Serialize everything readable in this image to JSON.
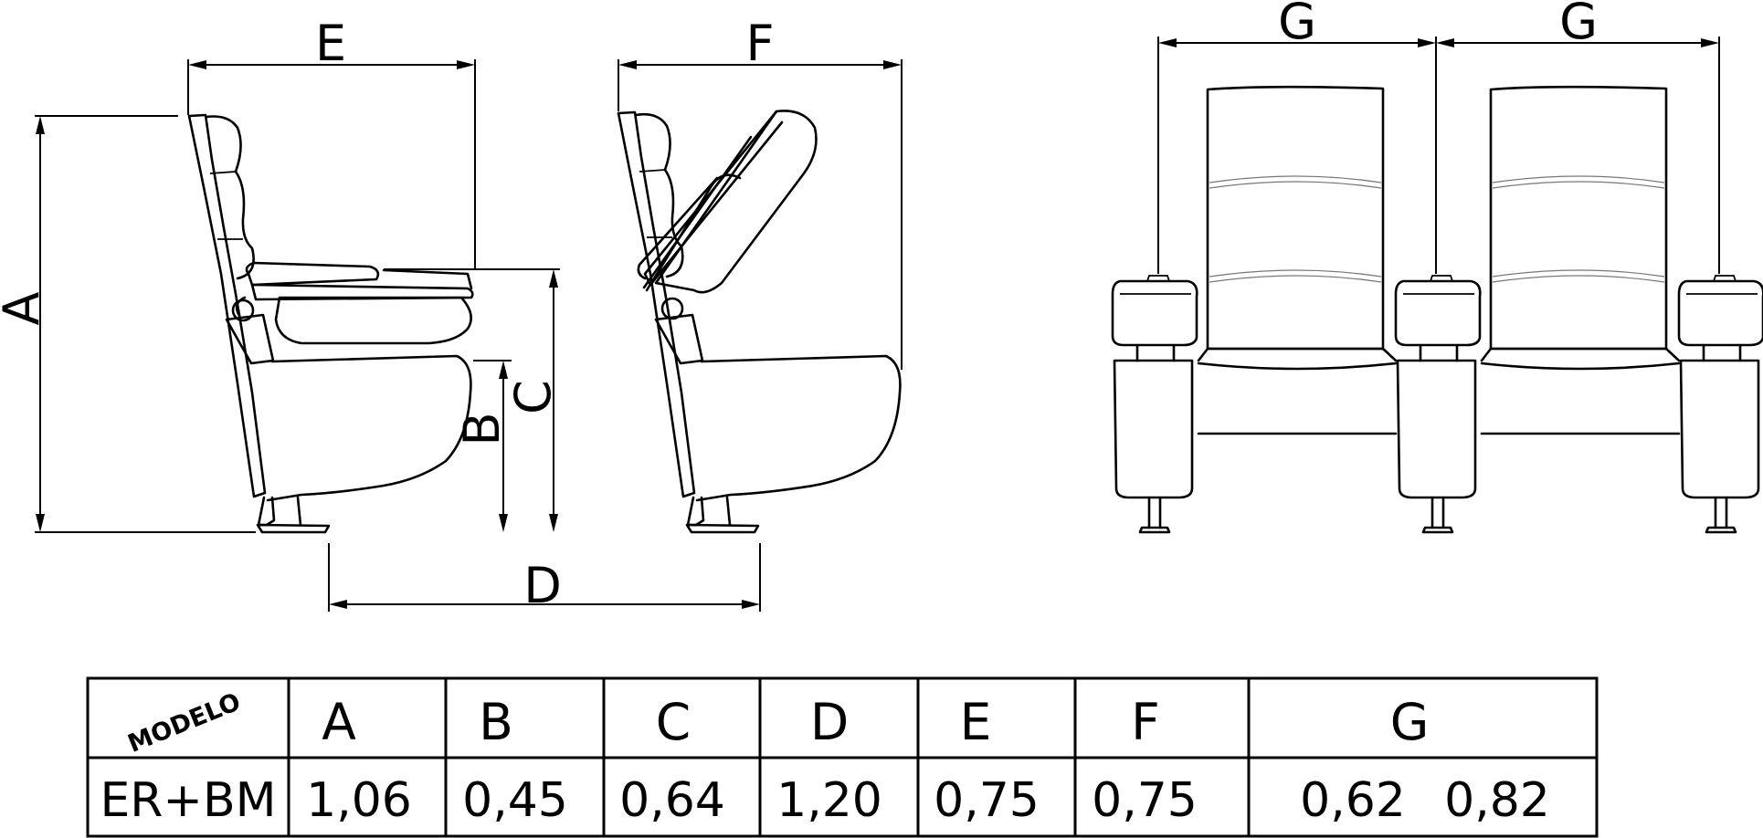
{
  "dimension_labels": {
    "a": "A",
    "b": "B",
    "c": "C",
    "d": "D",
    "e": "E",
    "f": "F",
    "g_left": "G",
    "g_right": "G"
  },
  "table": {
    "model_header": "MODELO",
    "columns": [
      "A",
      "B",
      "C",
      "D",
      "E",
      "F",
      "G"
    ],
    "row": {
      "model": "ER+BM",
      "values": [
        "1,06",
        "0,45",
        "0,64",
        "1,20",
        "0,75",
        "0,75"
      ],
      "g_values": [
        "0,62",
        "0,82"
      ]
    }
  }
}
